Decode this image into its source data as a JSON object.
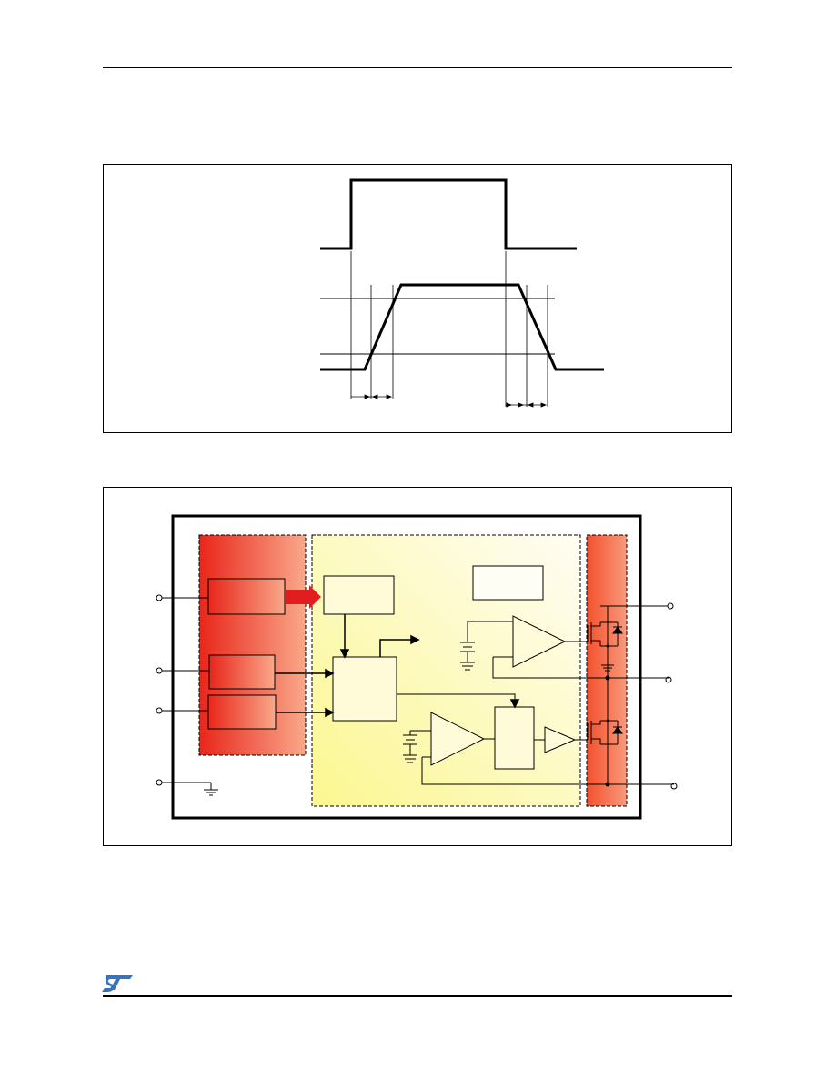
{
  "page": {
    "header_rule": "top",
    "footer_rule": "bottom"
  },
  "logo": {
    "icon": "st-logo-icon",
    "color": "#3a73b8",
    "text": "ST"
  },
  "figures": {
    "timing": {
      "description_visible": false,
      "signals": [
        "input-pulse",
        "output-ramp"
      ]
    },
    "block_diagram": {
      "colors": {
        "red_dark": "#e8261a",
        "red_light": "#f9a88a",
        "yellow_light": "#fbf790",
        "yellow_pale": "#fffdf4",
        "arrow_red": "#e21d1d"
      }
    }
  }
}
